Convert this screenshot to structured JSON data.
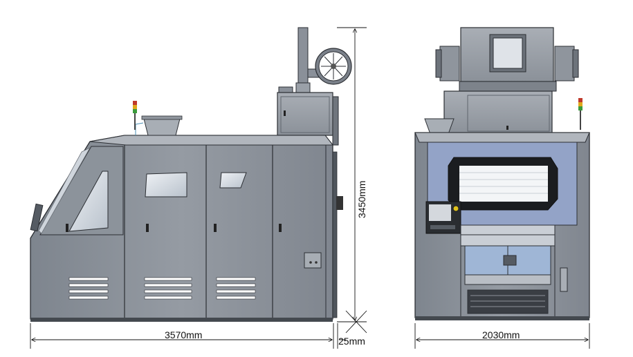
{
  "dimensions": {
    "side_length": "3570mm",
    "gap": "25mm",
    "height": "3450mm",
    "front_width": "2030mm"
  },
  "colors": {
    "body": "#8a9099",
    "body_light": "#a2a8b0",
    "body_dark": "#5f656d",
    "panel_blue": "#93a3c7",
    "roller_blue": "#9fb6d6",
    "line": "#2b2e33"
  }
}
